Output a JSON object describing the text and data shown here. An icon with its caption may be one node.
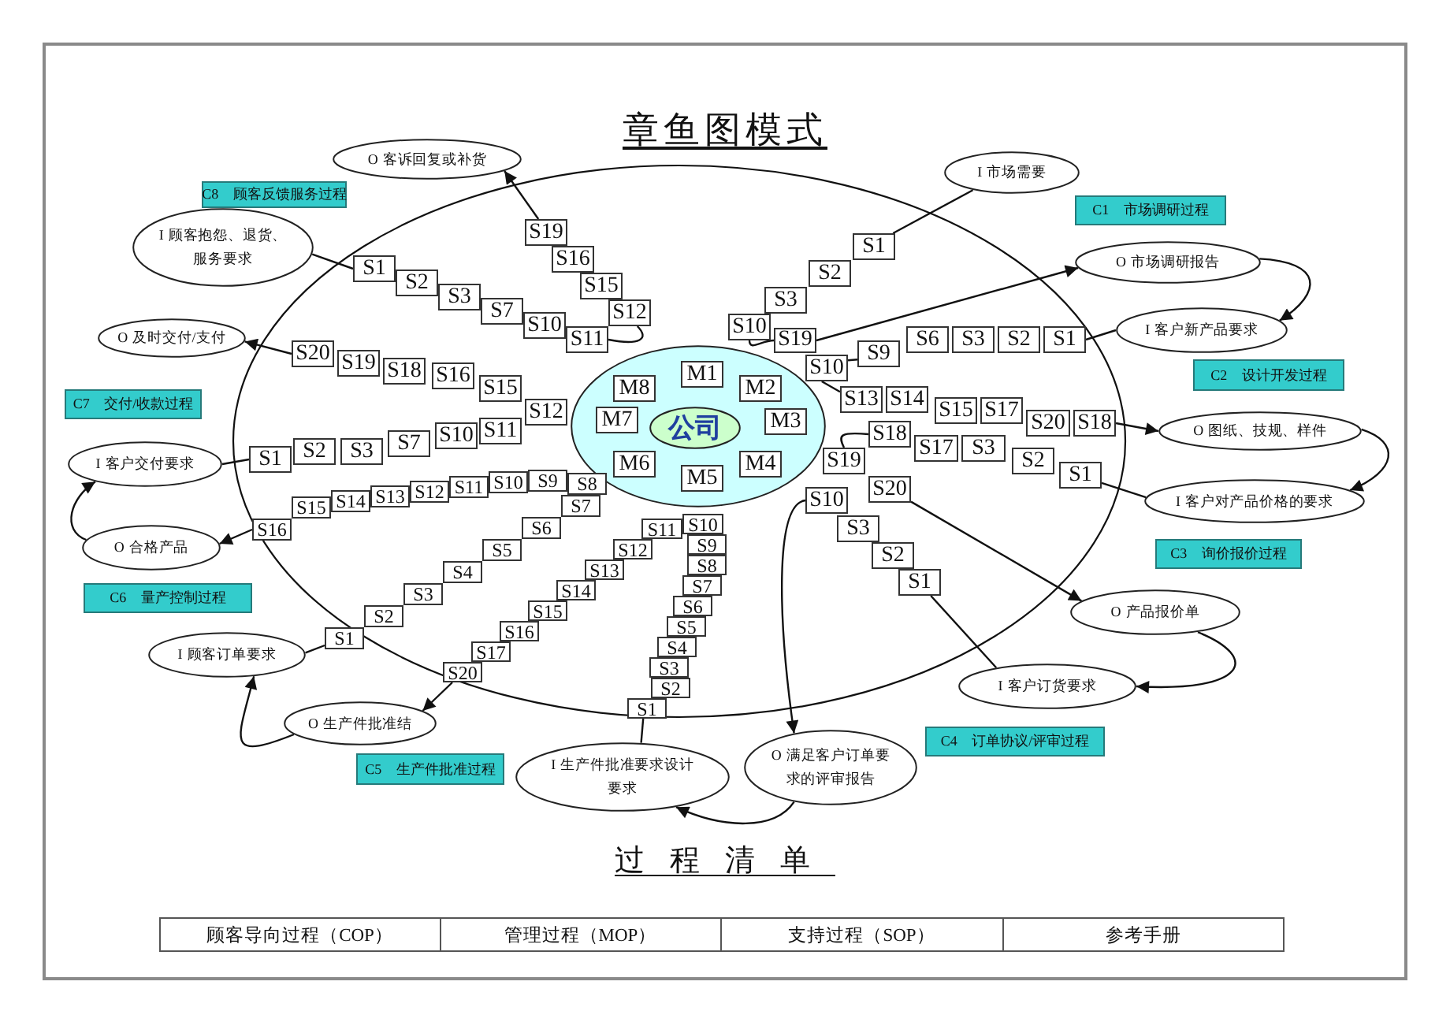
{
  "diagram": {
    "title": "章鱼图模式",
    "nodes": [
      {
        "text": [],
        "shape": "ellipse"
      },
      {
        "text": [
          "公司"
        ],
        "in": 0
      },
      {
        "text": [
          "M1"
        ],
        "in": 0
      },
      {
        "text": [
          "M2"
        ],
        "in": 0
      },
      {
        "text": [
          "M3"
        ],
        "in": 0
      },
      {
        "text": [
          "M4"
        ],
        "in": 0
      },
      {
        "text": [
          "M5"
        ],
        "in": 0
      },
      {
        "text": [
          "M6"
        ],
        "in": 0
      },
      {
        "text": [
          "M7"
        ],
        "in": 0
      },
      {
        "text": [
          "M8"
        ],
        "in": 0
      },
      {
        "text": [
          "C1 市场调研过程"
        ]
      },
      {
        "text": [
          "I 市场需要"
        ]
      },
      {
        "text": [
          "O 市场调研报告"
        ]
      },
      {
        "text": [
          "S1"
        ]
      },
      {
        "text": [
          "S2"
        ]
      },
      {
        "text": [
          "S3"
        ]
      },
      {
        "text": [
          "S10"
        ]
      },
      {
        "text": [
          "S19"
        ]
      },
      {
        "text": [
          "C2 设计开发过程"
        ]
      },
      {
        "text": [
          "I 客户新产品要求"
        ]
      },
      {
        "text": [
          "O 图纸、技规、样件"
        ]
      },
      {
        "text": [
          "S1"
        ]
      },
      {
        "text": [
          "S2"
        ]
      },
      {
        "text": [
          "S3"
        ]
      },
      {
        "text": [
          "S6"
        ]
      },
      {
        "text": [
          "S9"
        ]
      },
      {
        "text": [
          "S10"
        ]
      },
      {
        "text": [
          "S13"
        ]
      },
      {
        "text": [
          "S14"
        ]
      },
      {
        "text": [
          "S15"
        ]
      },
      {
        "text": [
          "S17"
        ]
      },
      {
        "text": [
          "S20"
        ]
      },
      {
        "text": [
          "S18"
        ]
      },
      {
        "text": [
          "C3 询价报价过程"
        ]
      },
      {
        "text": [
          "I 客户对产品价格的要求"
        ]
      },
      {
        "text": [
          "O 产品报价单"
        ]
      },
      {
        "text": [
          "S1"
        ]
      },
      {
        "text": [
          "S2"
        ]
      },
      {
        "text": [
          "S3"
        ]
      },
      {
        "text": [
          "S17"
        ]
      },
      {
        "text": [
          "S18"
        ]
      },
      {
        "text": [
          "S19"
        ]
      },
      {
        "text": [
          "S20"
        ]
      },
      {
        "text": [
          "C4 订单协议/评审过程"
        ]
      },
      {
        "text": [
          "I 客户订货要求"
        ]
      },
      {
        "text": [
          "O 满足客户订单要求的评审报告"
        ]
      },
      {
        "text": [
          "S1"
        ]
      },
      {
        "text": [
          "S2"
        ]
      },
      {
        "text": [
          "S3"
        ]
      },
      {
        "text": [
          "S10"
        ]
      },
      {
        "text": [
          "C5 生产件批准过程"
        ]
      },
      {
        "text": [
          "I 生产件批准要求设计要求"
        ]
      },
      {
        "text": [
          "O 生产件批准结"
        ]
      },
      {
        "text": [
          "S1"
        ]
      },
      {
        "text": [
          "S2"
        ]
      },
      {
        "text": [
          "S3"
        ]
      },
      {
        "text": [
          "S4"
        ]
      },
      {
        "text": [
          "S5"
        ]
      },
      {
        "text": [
          "S6"
        ]
      },
      {
        "text": [
          "S7"
        ]
      },
      {
        "text": [
          "S8"
        ]
      },
      {
        "text": [
          "S9"
        ]
      },
      {
        "text": [
          "S10"
        ]
      },
      {
        "text": [
          "S11"
        ]
      },
      {
        "text": [
          "S12"
        ]
      },
      {
        "text": [
          "S13"
        ]
      },
      {
        "text": [
          "S14"
        ]
      },
      {
        "text": [
          "S15"
        ]
      },
      {
        "text": [
          "S16"
        ]
      },
      {
        "text": [
          "S17"
        ]
      },
      {
        "text": [
          "S20"
        ]
      },
      {
        "text": [
          "C6 量产控制过程"
        ]
      },
      {
        "text": [
          "I 顾客订单要求"
        ]
      },
      {
        "text": [
          "O 合格产品"
        ]
      },
      {
        "text": [
          "S1"
        ]
      },
      {
        "text": [
          "S2"
        ]
      },
      {
        "text": [
          "S3"
        ]
      },
      {
        "text": [
          "S4"
        ]
      },
      {
        "text": [
          "S5"
        ]
      },
      {
        "text": [
          "S6"
        ]
      },
      {
        "text": [
          "S7"
        ]
      },
      {
        "text": [
          "S8"
        ]
      },
      {
        "text": [
          "S9"
        ]
      },
      {
        "text": [
          "S10"
        ]
      },
      {
        "text": [
          "S11"
        ]
      },
      {
        "text": [
          "S12"
        ]
      },
      {
        "text": [
          "S13"
        ]
      },
      {
        "text": [
          "S14"
        ]
      },
      {
        "text": [
          "S15"
        ]
      },
      {
        "text": [
          "S16"
        ]
      },
      {
        "text": [
          "C7 交付/收款过程"
        ]
      },
      {
        "text": [
          "I 客户交付要求"
        ]
      },
      {
        "text": [
          "O 及时交付/支付"
        ]
      },
      {
        "text": [
          "S1"
        ]
      },
      {
        "text": [
          "S2"
        ]
      },
      {
        "text": [
          "S3"
        ]
      },
      {
        "text": [
          "S7"
        ]
      },
      {
        "text": [
          "S10"
        ]
      },
      {
        "text": [
          "S11"
        ]
      },
      {
        "text": [
          "S12"
        ]
      },
      {
        "text": [
          "S15"
        ]
      },
      {
        "text": [
          "S16"
        ]
      },
      {
        "text": [
          "S18"
        ]
      },
      {
        "text": [
          "S19"
        ]
      },
      {
        "text": [
          "S20"
        ]
      },
      {
        "text": [
          "C8 顾客反馈服务过程"
        ]
      },
      {
        "text": [
          "I 顾客抱怨、退货、服务要求"
        ]
      },
      {
        "text": [
          "O 客诉回复或补货"
        ]
      },
      {
        "text": [
          "S1"
        ]
      },
      {
        "text": [
          "S2"
        ]
      },
      {
        "text": [
          "S3"
        ]
      },
      {
        "text": [
          "S7"
        ]
      },
      {
        "text": [
          "S10"
        ]
      },
      {
        "text": [
          "S11"
        ]
      },
      {
        "text": [
          "S12"
        ]
      },
      {
        "text": [
          "S15"
        ]
      },
      {
        "text": [
          "S16"
        ]
      },
      {
        "text": [
          "S19"
        ]
      }
    ],
    "edges": [
      {
        "from": 11,
        "to": 13,
        "arrow": "none"
      },
      {
        "from": 16,
        "to": 17,
        "arrow": "none"
      },
      {
        "from": 17,
        "to": 12,
        "arrow": "to"
      },
      {
        "from": 12,
        "to": 19,
        "arrow": "to"
      },
      {
        "from": 19,
        "to": 21,
        "arrow": "none"
      },
      {
        "from": 25,
        "to": 26,
        "arrow": "none"
      },
      {
        "from": 26,
        "to": 27,
        "arrow": "none"
      },
      {
        "from": 32,
        "to": 20,
        "arrow": "to"
      },
      {
        "from": 20,
        "to": 34,
        "arrow": "to"
      },
      {
        "from": 34,
        "to": 36,
        "arrow": "none"
      },
      {
        "from": 40,
        "to": 41,
        "arrow": "none"
      },
      {
        "from": 42,
        "to": 35,
        "arrow": "to"
      },
      {
        "from": 35,
        "to": 44,
        "arrow": "to"
      },
      {
        "from": 44,
        "to": 46,
        "arrow": "none"
      },
      {
        "from": 49,
        "to": 45,
        "arrow": "to"
      },
      {
        "from": 45,
        "to": 51,
        "arrow": "to"
      },
      {
        "from": 51,
        "to": 53,
        "arrow": "none"
      },
      {
        "from": 70,
        "to": 52,
        "arrow": "to"
      },
      {
        "from": 52,
        "to": 72,
        "arrow": "to"
      },
      {
        "from": 72,
        "to": 74,
        "arrow": "none"
      },
      {
        "from": 89,
        "to": 73,
        "arrow": "to"
      },
      {
        "from": 73,
        "to": 91,
        "arrow": "to"
      },
      {
        "from": 91,
        "to": 93,
        "arrow": "none"
      },
      {
        "from": 104,
        "to": 92,
        "arrow": "to"
      },
      {
        "from": 106,
        "to": 108,
        "arrow": "none"
      },
      {
        "from": 113,
        "to": 114,
        "arrow": "none"
      },
      {
        "from": 117,
        "to": 107,
        "arrow": "to"
      }
    ],
    "labels": [
      "过程清单",
      "顾客导向过程（COP）",
      "管理过程（MOP）",
      "支持过程（SOP）",
      "参考手册"
    ]
  }
}
